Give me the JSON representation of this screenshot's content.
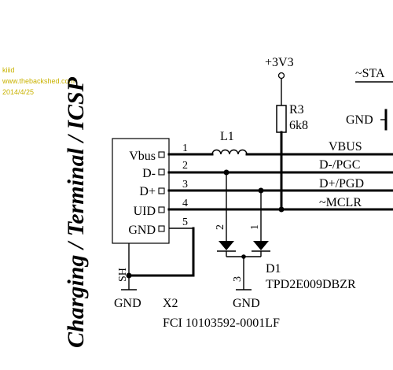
{
  "watermark": {
    "line1": "kiiid",
    "line2": "www.thebackshed.com",
    "line3": "2014/4/25"
  },
  "title": "Charging / Terminal / ICSP",
  "connector": {
    "pins": [
      "Vbus",
      "D-",
      "D+",
      "UID",
      "GND"
    ],
    "pin_numbers": [
      "1",
      "2",
      "3",
      "4",
      "5"
    ],
    "shield": "SH",
    "ref": "X2",
    "part": "FCI 10103592-0001LF"
  },
  "power": {
    "rail": "+3V3"
  },
  "resistor": {
    "ref": "R3",
    "value": "6k8"
  },
  "inductor": {
    "ref": "L1"
  },
  "nets": [
    "VBUS",
    "D-/PGC",
    "D+/PGD",
    "~MCLR"
  ],
  "right_edge": {
    "stat": "~STA",
    "gnd": "GND"
  },
  "diode": {
    "ref": "D1",
    "part": "TPD2E009DBZR",
    "pin2": "2",
    "pin1": "1",
    "pin3": "3"
  },
  "ground": {
    "label": "GND"
  }
}
